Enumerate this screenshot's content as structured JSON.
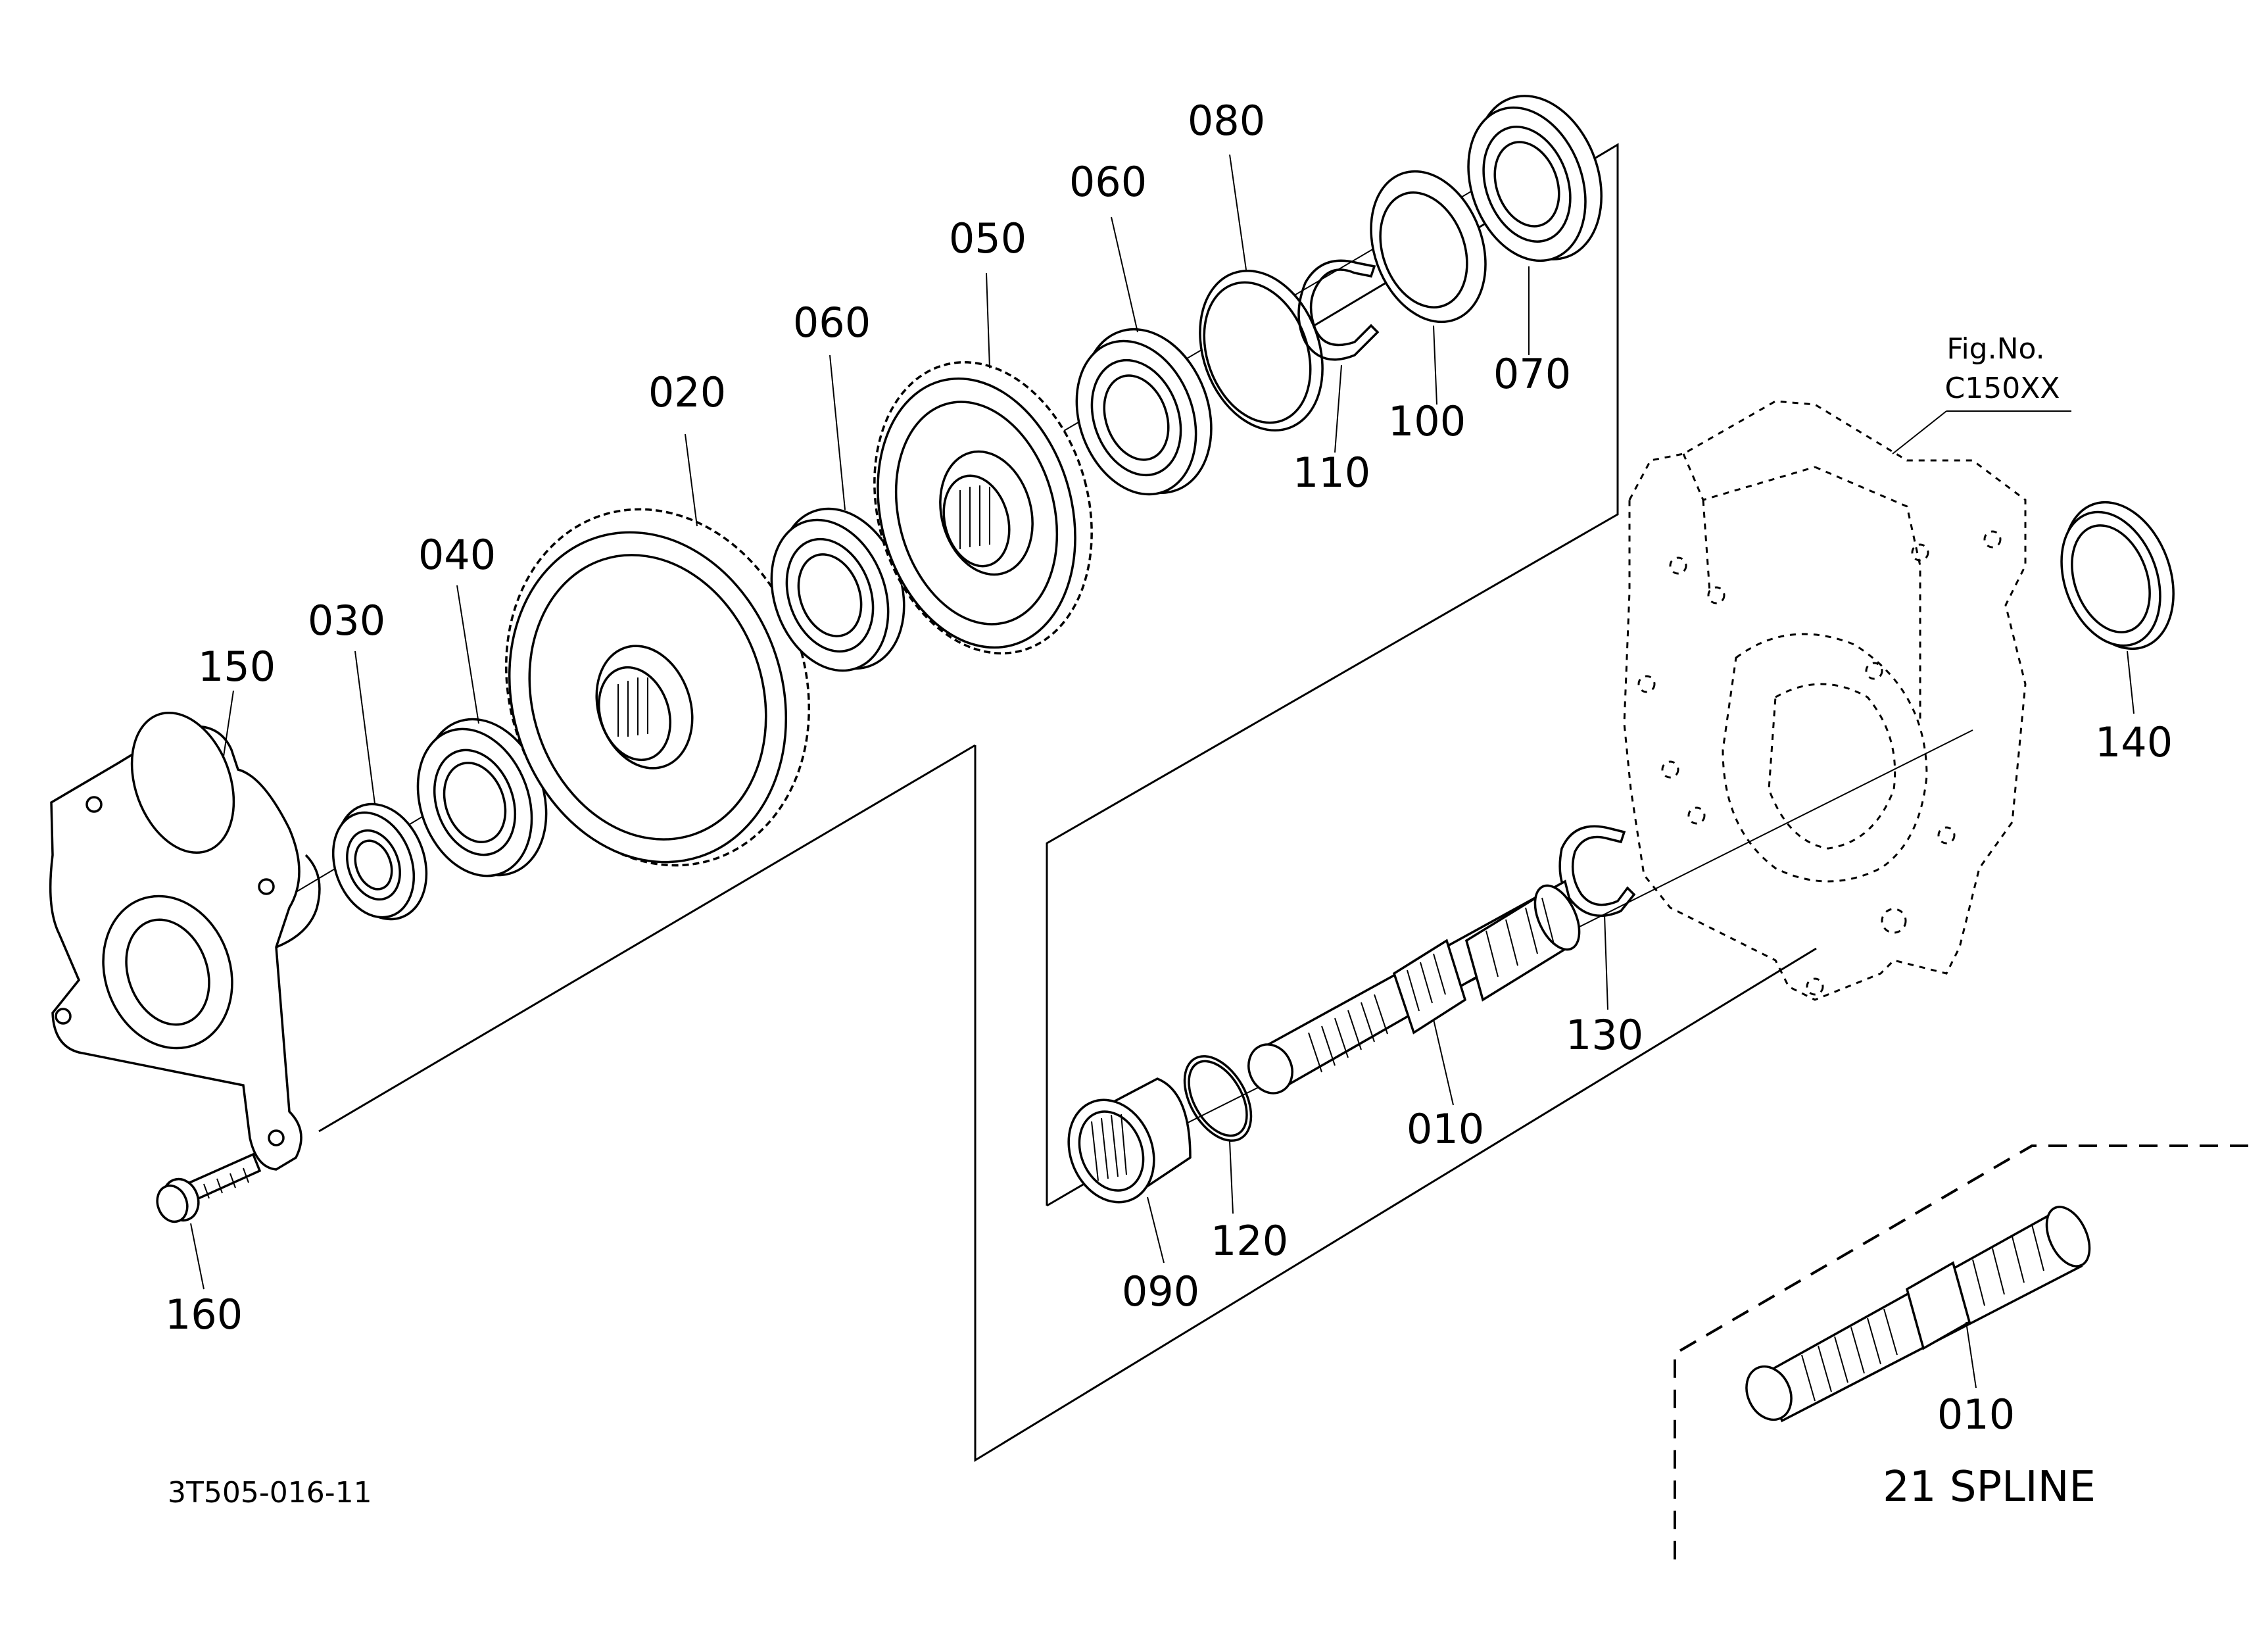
{
  "callouts": {
    "c020": "020",
    "c030": "030",
    "c040": "040",
    "c050": "050",
    "c060a": "060",
    "c060b": "060",
    "c070": "070",
    "c080": "080",
    "c090": "090",
    "c100": "100",
    "c110": "110",
    "c120": "120",
    "c130": "130",
    "c140": "140",
    "c150": "150",
    "c160": "160",
    "c010": "010",
    "c010_alt": "010"
  },
  "figure_ref": {
    "line1": "Fig.No.",
    "line2": "C150XX"
  },
  "variant_label": "21 SPLINE",
  "drawing_code": "3T505-016-11"
}
